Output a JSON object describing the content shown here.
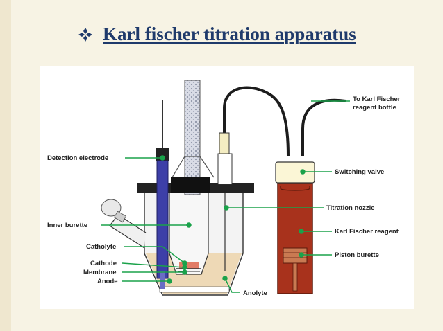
{
  "slide": {
    "title": "Karl fischer titration apparatus",
    "bullet_icon": "four-diamond-bullet-icon"
  },
  "diagram": {
    "labels": {
      "to_reagent_bottle_line1": "To Karl Fischer",
      "to_reagent_bottle_line2": "reagent bottle",
      "detection_electrode": "Detection electrode",
      "switching_valve": "Switching valve",
      "titration_nozzle": "Titration nozzle",
      "inner_burette": "Inner burette",
      "karl_fischer_reagent": "Karl Fischer reagent",
      "catholyte": "Catholyte",
      "piston_burette": "Piston burette",
      "cathode": "Cathode",
      "membrane": "Membrane",
      "anode": "Anode",
      "anolyte": "Anolyte"
    },
    "colors": {
      "leader_line": "#1aa24a",
      "reagent_red": "#a8321c",
      "electrode_blue": "#3d3fa8",
      "valve_cream": "#fbf6d6",
      "solution_tan": "#eed9b6"
    }
  }
}
